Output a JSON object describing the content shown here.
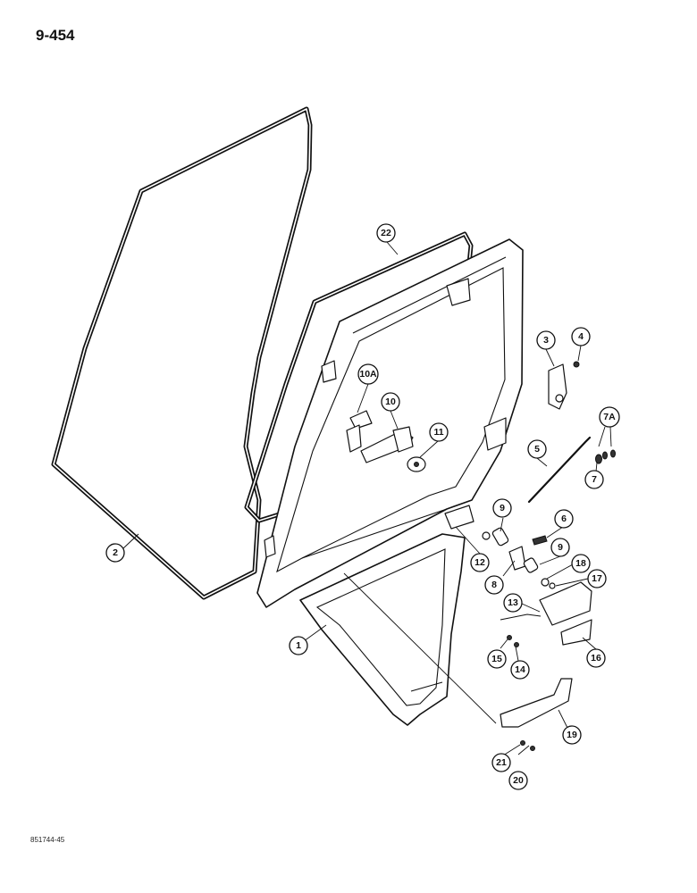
{
  "page_number": "9-454",
  "figure_id": "851744-45",
  "callouts": {
    "c1": "1",
    "c2": "2",
    "c3": "3",
    "c4": "4",
    "c5": "5",
    "c6": "6",
    "c7": "7",
    "c7a": "7A",
    "c8": "8",
    "c9a": "9",
    "c9b": "9",
    "c10": "10",
    "c10a": "10A",
    "c11": "11",
    "c12": "12",
    "c13": "13",
    "c14": "14",
    "c15": "15",
    "c16": "16",
    "c17": "17",
    "c18": "18",
    "c19": "19",
    "c20": "20",
    "c21": "21",
    "c22": "22"
  }
}
